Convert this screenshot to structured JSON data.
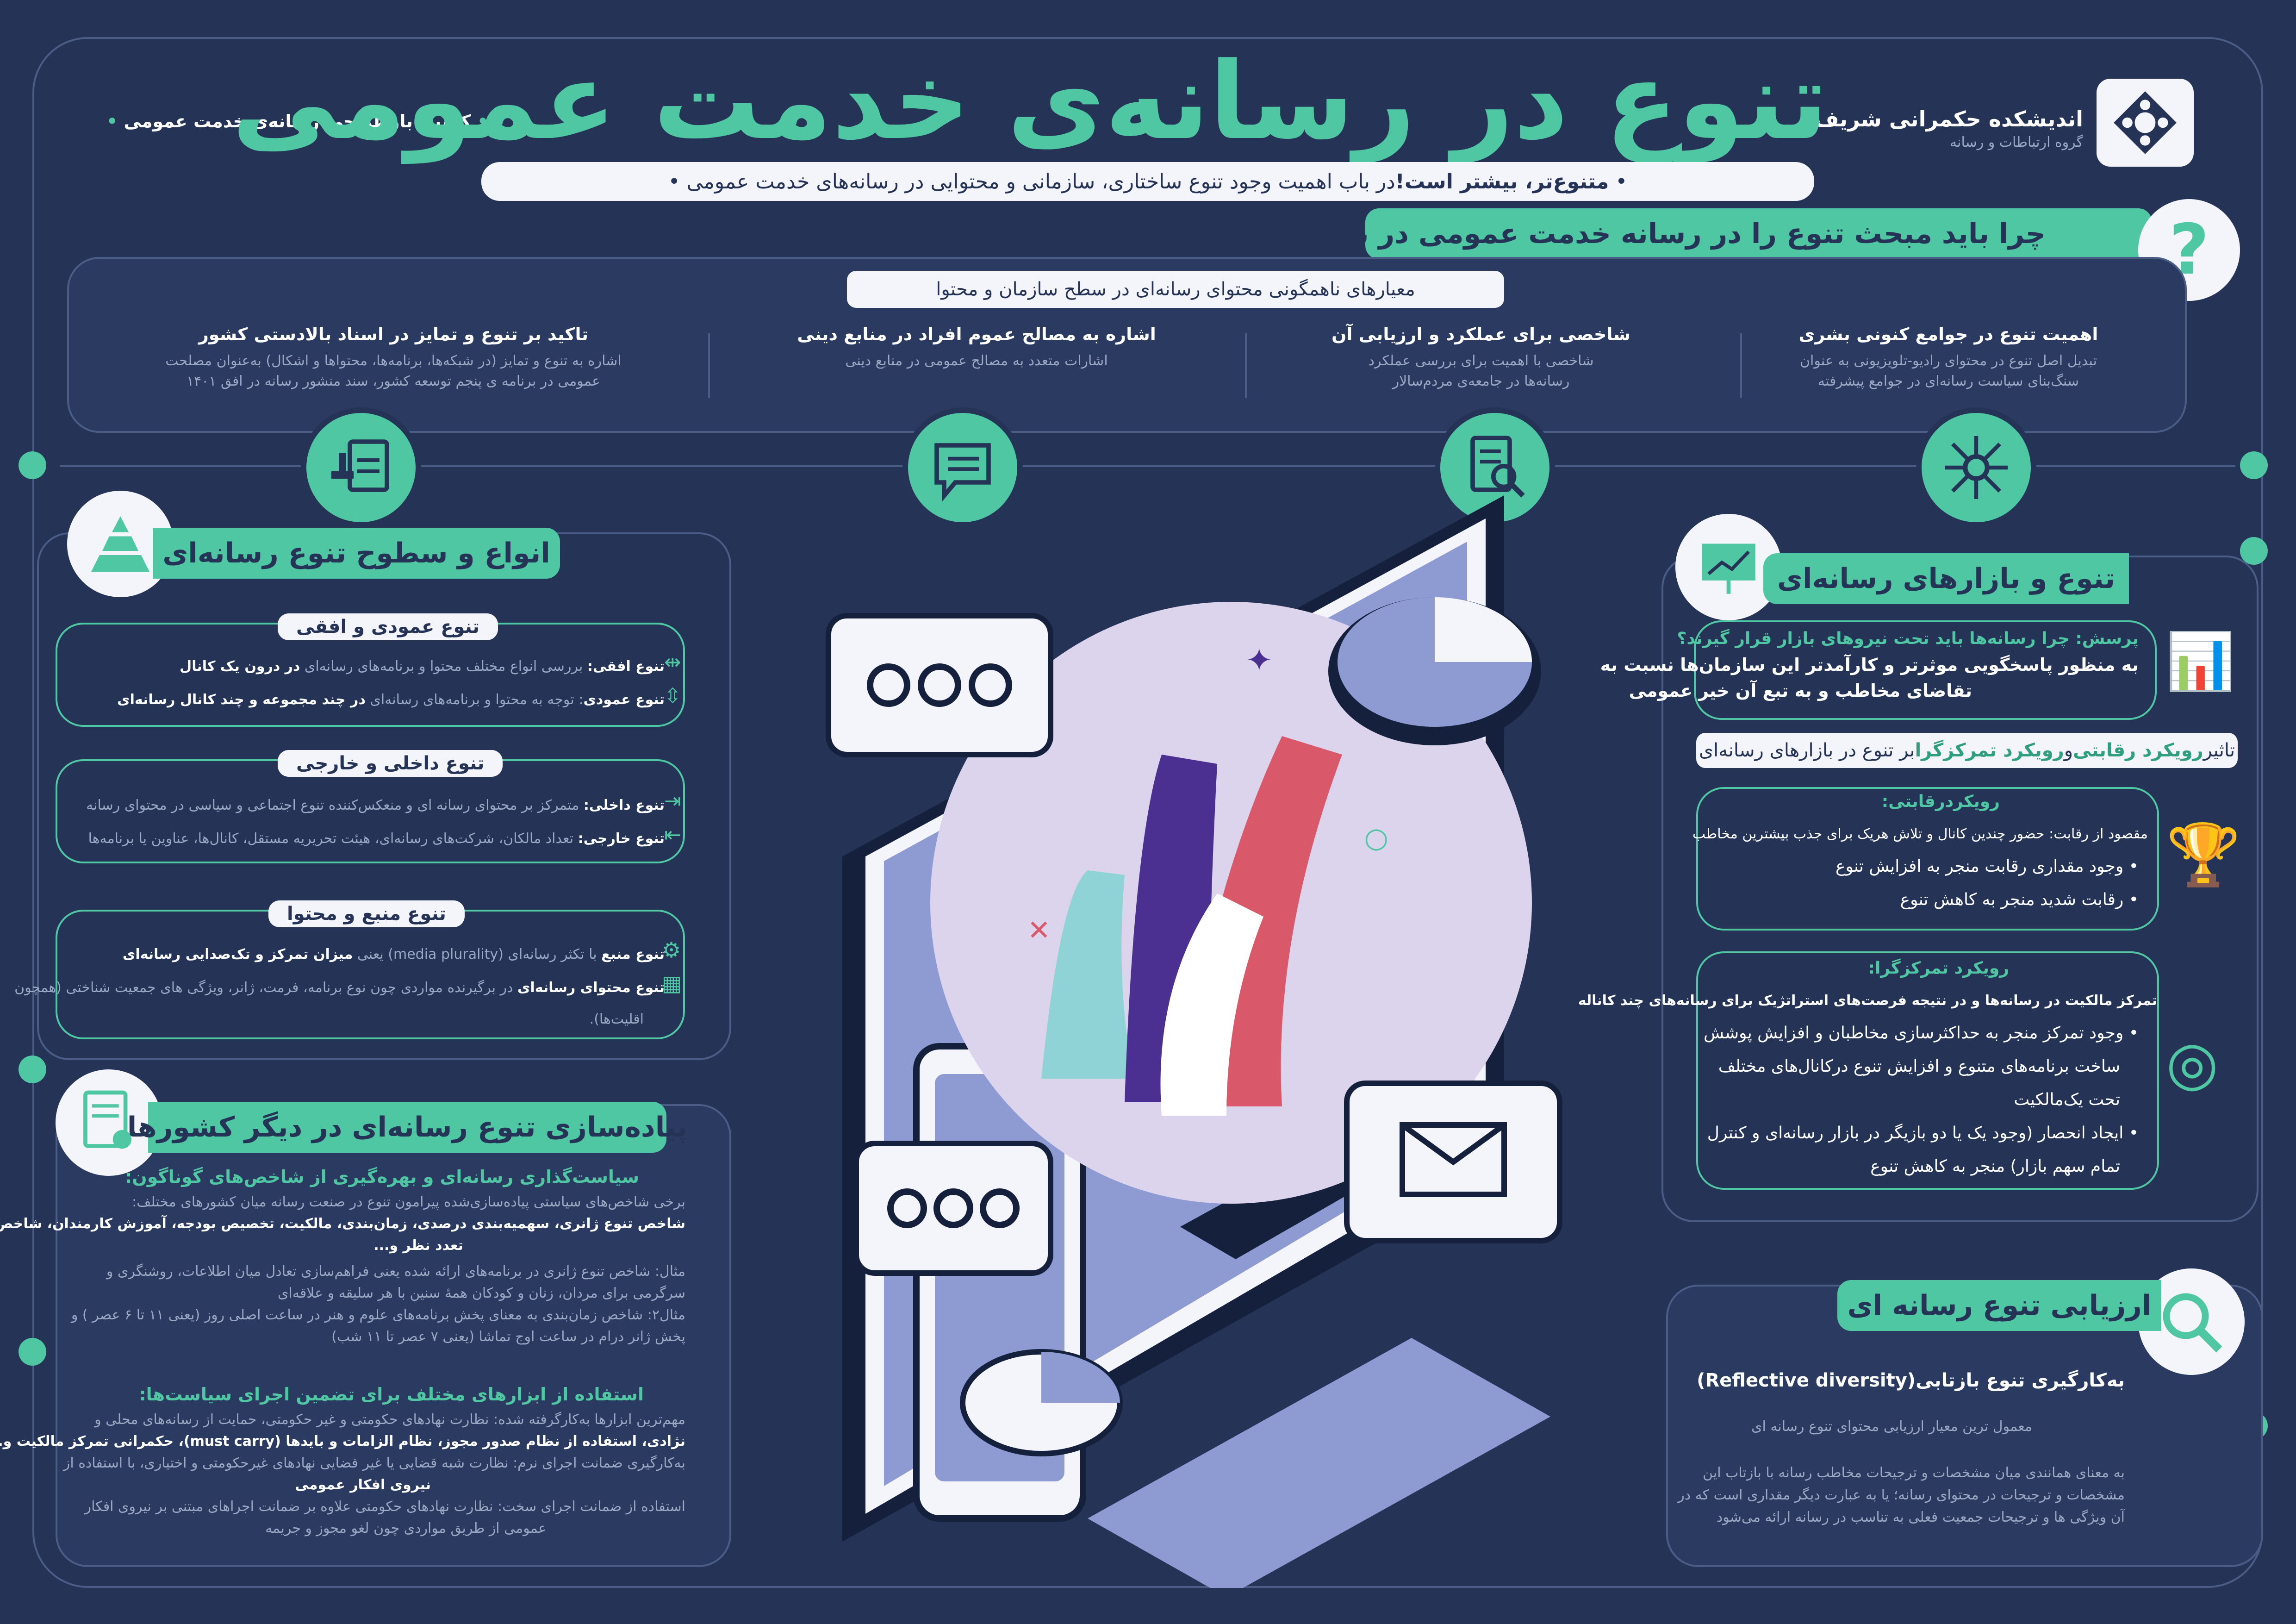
{
  "header": {
    "title": "تنوع در رسانه‌ی خدمت عمومی",
    "tagline_bold": "متنوع‌تر، بیشتر است!",
    "tagline_rest": " در باب اهمیت وجود تنوع ساختاری، سازمانی و محتوایی در رسانه‌های خدمت عمومی",
    "org_name": "اندیشکده حکمرانی شریف",
    "org_group": "گروه ارتباطات و رسانه",
    "campaign": "کمپین بازطراحی رسانه‌ی خدمت عمومی"
  },
  "why": {
    "title": "چرا باید مبحث تنوع را در رسانه خدمت عمومی در نظر بگیریم؟",
    "criteria_label": "معیارهای ناهمگونی محتوای رسانه‌ای در سطح سازمان و محتوا",
    "columns": [
      {
        "title": "اهمیت تنوع در جوامع کنونی بشری",
        "lines": [
          "تبدیل اصل تنوع در محتوای رادیو-تلویزیونی به عنوان",
          "سنگ‌بنای سیاست رسانه‌ای در جوامع پیشرفته"
        ]
      },
      {
        "title": "شاخصی برای عملکرد و ارزیابی آن",
        "lines": [
          "شاخصی با اهمیت برای بررسی عملکرد",
          "رسانه‌ها در جامعه‌ی مردم‌سالار"
        ]
      },
      {
        "title": "اشاره به مصالح عموم افراد در منابع دینی",
        "lines": [
          "اشارات متعدد به مصالح عمومی در منابع دینی"
        ]
      },
      {
        "title": "تاکید بر تنوع و تمایز در اسناد بالادستی کشور",
        "lines": [
          "اشاره به تنوع و تمایز (در شبکه‌ها، برنامه‌ها، محتواها و اشکال) به‌عنوان مصلحت",
          "عمومی در برنامه ی پنجم توسعه کشور، سند منشور رسانه در افق ۱۴۰۱"
        ]
      }
    ]
  },
  "types": {
    "title": "انواع و سطوح تنوع رسانه‌ای",
    "groups": [
      {
        "title": "تنوع عمودی و افقی",
        "items": [
          {
            "label": "تنوع افقی:",
            "text": " بررسی انواع مختلف محتوا و برنامه‌های رسانه‌ای ",
            "strong": "در درون یک کانال"
          },
          {
            "label": "تنوع عمودی",
            "text": ": توجه به محتوا و برنامه‌های رسانه‌ای ",
            "strong": "در چند مجموعه و چند کانال رسانه‌ای"
          }
        ]
      },
      {
        "title": "تنوع داخلی و خارجی",
        "items": [
          {
            "label": "تنوع داخلی:",
            "text": " متمرکز بر محتوای رسانه ای و منعکس‌کننده تنوع اجتماعی و سیاسی در محتوای رسانه",
            "strong": ""
          },
          {
            "label": "تنوع خارجی:",
            "text": " تعداد مالکان، شرکت‌های رسانه‌ای، هیئت تحریریه مستقل، کانال‌ها، عناوین یا برنامه‌ها",
            "strong": ""
          }
        ]
      },
      {
        "title": "تنوع منبع و محتوا",
        "items": [
          {
            "label": "تنوع منبع",
            "text": " با تکثر رسانه‌ای (media plurality) یعنی ",
            "strong": "میزان تمرکز و تک‌صدایی رسانه‌ای"
          },
          {
            "label": "تنوع محتوای رسانه‌ای",
            "text": " در برگیرنده مواردی چون نوع برنامه، فرمت، ژانر، ویژگی های جمعیت شناختی (همچون",
            "strong": ""
          },
          {
            "label": "",
            "text": "اقلیت‌ها).",
            "strong": ""
          }
        ]
      }
    ]
  },
  "impl": {
    "title": "پیاده‌سازی تنوع رسانه‌ای در دیگر کشورها",
    "sec1_title": "سیاست‌گذاری رسانه‌ای و بهره‌گیری از شاخص‌های گوناگون:",
    "sec1_lines": [
      "برخی شاخص‌های سیاستی پیاده‌سازی‌شده پیرامون تنوع در صنعت رسانه میان کشورهای مختلف:",
      "شاخص تنوع ژانری، سهمیه‌بندی درصدی، زمان‌بندی، مالکیت، تخصیص بودجه، آموزش کارمندان، شاخص",
      "تعدد نظر و..."
    ],
    "sec1_ex": [
      "مثال: شاخص تنوع ژانری در برنامه‌های ارائه شده یعنی فراهم‌سازی تعادل میان اطلاعات، روشنگری و",
      "سرگرمی برای مردان، زنان و کودکان همهٔ سنین با هر سلیقه و علاقه‌ای",
      "مثال۲: شاخص زمان‌بندی به معنای پخش برنامه‌های علوم و هنر در ساعت اصلی روز (یعنی ۱۱ تا ۶ عصر ) و",
      "پخش ژانر درام در ساعت اوج تماشا (یعنی ۷ عصر تا ۱۱ شب)"
    ],
    "sec2_title": "استفاده از ابزارهای مختلف برای تضمین اجرای سیاست‌ها:",
    "sec2_lines": [
      "مهم‌ترین ابزارها به‌کارگرفته شده: نظارت نهادهای حکومتی و غیر حکومتی، حمایت از رسانه‌های محلی و",
      "نژادی، استفاده از نظام صدور مجوز، نظام الزامات و بایدها (must carry)، حکمرانی تمرکز مالکیت و...",
      "به‌کارگیری ضمانت اجرای نرم: نظارت شبه قضایی یا غیر قضایی نهادهای غیرحکومتی و اختیاری، با استفاده از",
      "نیروی افکار عمومی",
      "استفاده از ضمانت اجرای سخت: نظارت نهادهای حکومتی علاوه بر ضمانت اجراهای مبتنی بر نیروی افکار",
      "عمومی از طریق مواردی چون لغو مجوز و جریمه"
    ]
  },
  "markets": {
    "title": "تنوع و بازارهای رسانه‌ای",
    "question_title": "پرسش: چرا رسانه‌ها باید تحت نیروهای بازار قرار گیرند؟",
    "question_lines": [
      "به منظور پاسخگویی موثرتر و کارآمدتر این سازمان‌ها نسبت به",
      "تقاضای مخاطب و به تبع آن خیر عمومی"
    ],
    "impact_pre": "تاثیر ",
    "impact_a": "رویکرد رقابتی",
    "impact_mid": " و ",
    "impact_b": "رویکرد تمرکزگرا",
    "impact_post": " بر تنوع در بازارهای رسانه‌ای",
    "comp_title": "رویکردرقابتی:",
    "comp_line": "مقصود از رقابت: حضور چندین کانال و تلاش هریک برای جذب بیشترین مخاطب",
    "comp_b1": "وجود مقداری رقابت منجر به افزایش تنوع",
    "comp_b2": "رقابت شدید منجر به کاهش تنوع",
    "conc_title": "رویکرد تمرکزگرا:",
    "conc_line": "تمرکز مالکیت در رسانه‌ها و در نتیجه فرصت‌های استراتژیک برای رسانه‌های چند کاناله",
    "conc_b1": [
      "وجود تمرکز منجر به حداکثرسازی مخاطبان و افزایش پوشش",
      "ساخت برنامه‌های متنوع و افزایش تنوع درکانال‌های مختلف",
      "تحت یک‌مالکیت"
    ],
    "conc_b2": [
      "ایجاد انحصار (وجود یک یا دو بازیگر در بازار رسانه‌ای و کنترل",
      "تمام سهم بازار) منجر به کاهش تنوع"
    ]
  },
  "eval": {
    "title": "ارزیابی تنوع رسانه ای",
    "subtitle": "به‌کارگیری تنوع بازتابی(Reflective diversity)",
    "note": "معمول ترین معیار ارزیابی محتوای تنوع رسانه ای",
    "lines": [
      "به معنای همانندی میان مشخصات و ترجیحات مخاطب رسانه با بازتاب این",
      "مشخصات و ترجیحات در محتوای رسانه؛ یا به عبارت دیگر مقداری است که در",
      "آن ویژگی ها و ترجیحات جمعیت فعلی به تناسب در رسانه ارائه می‌شود"
    ]
  },
  "colors": {
    "bg": "#243356",
    "accent": "#4fc7a3",
    "light": "#f3f5fa"
  }
}
